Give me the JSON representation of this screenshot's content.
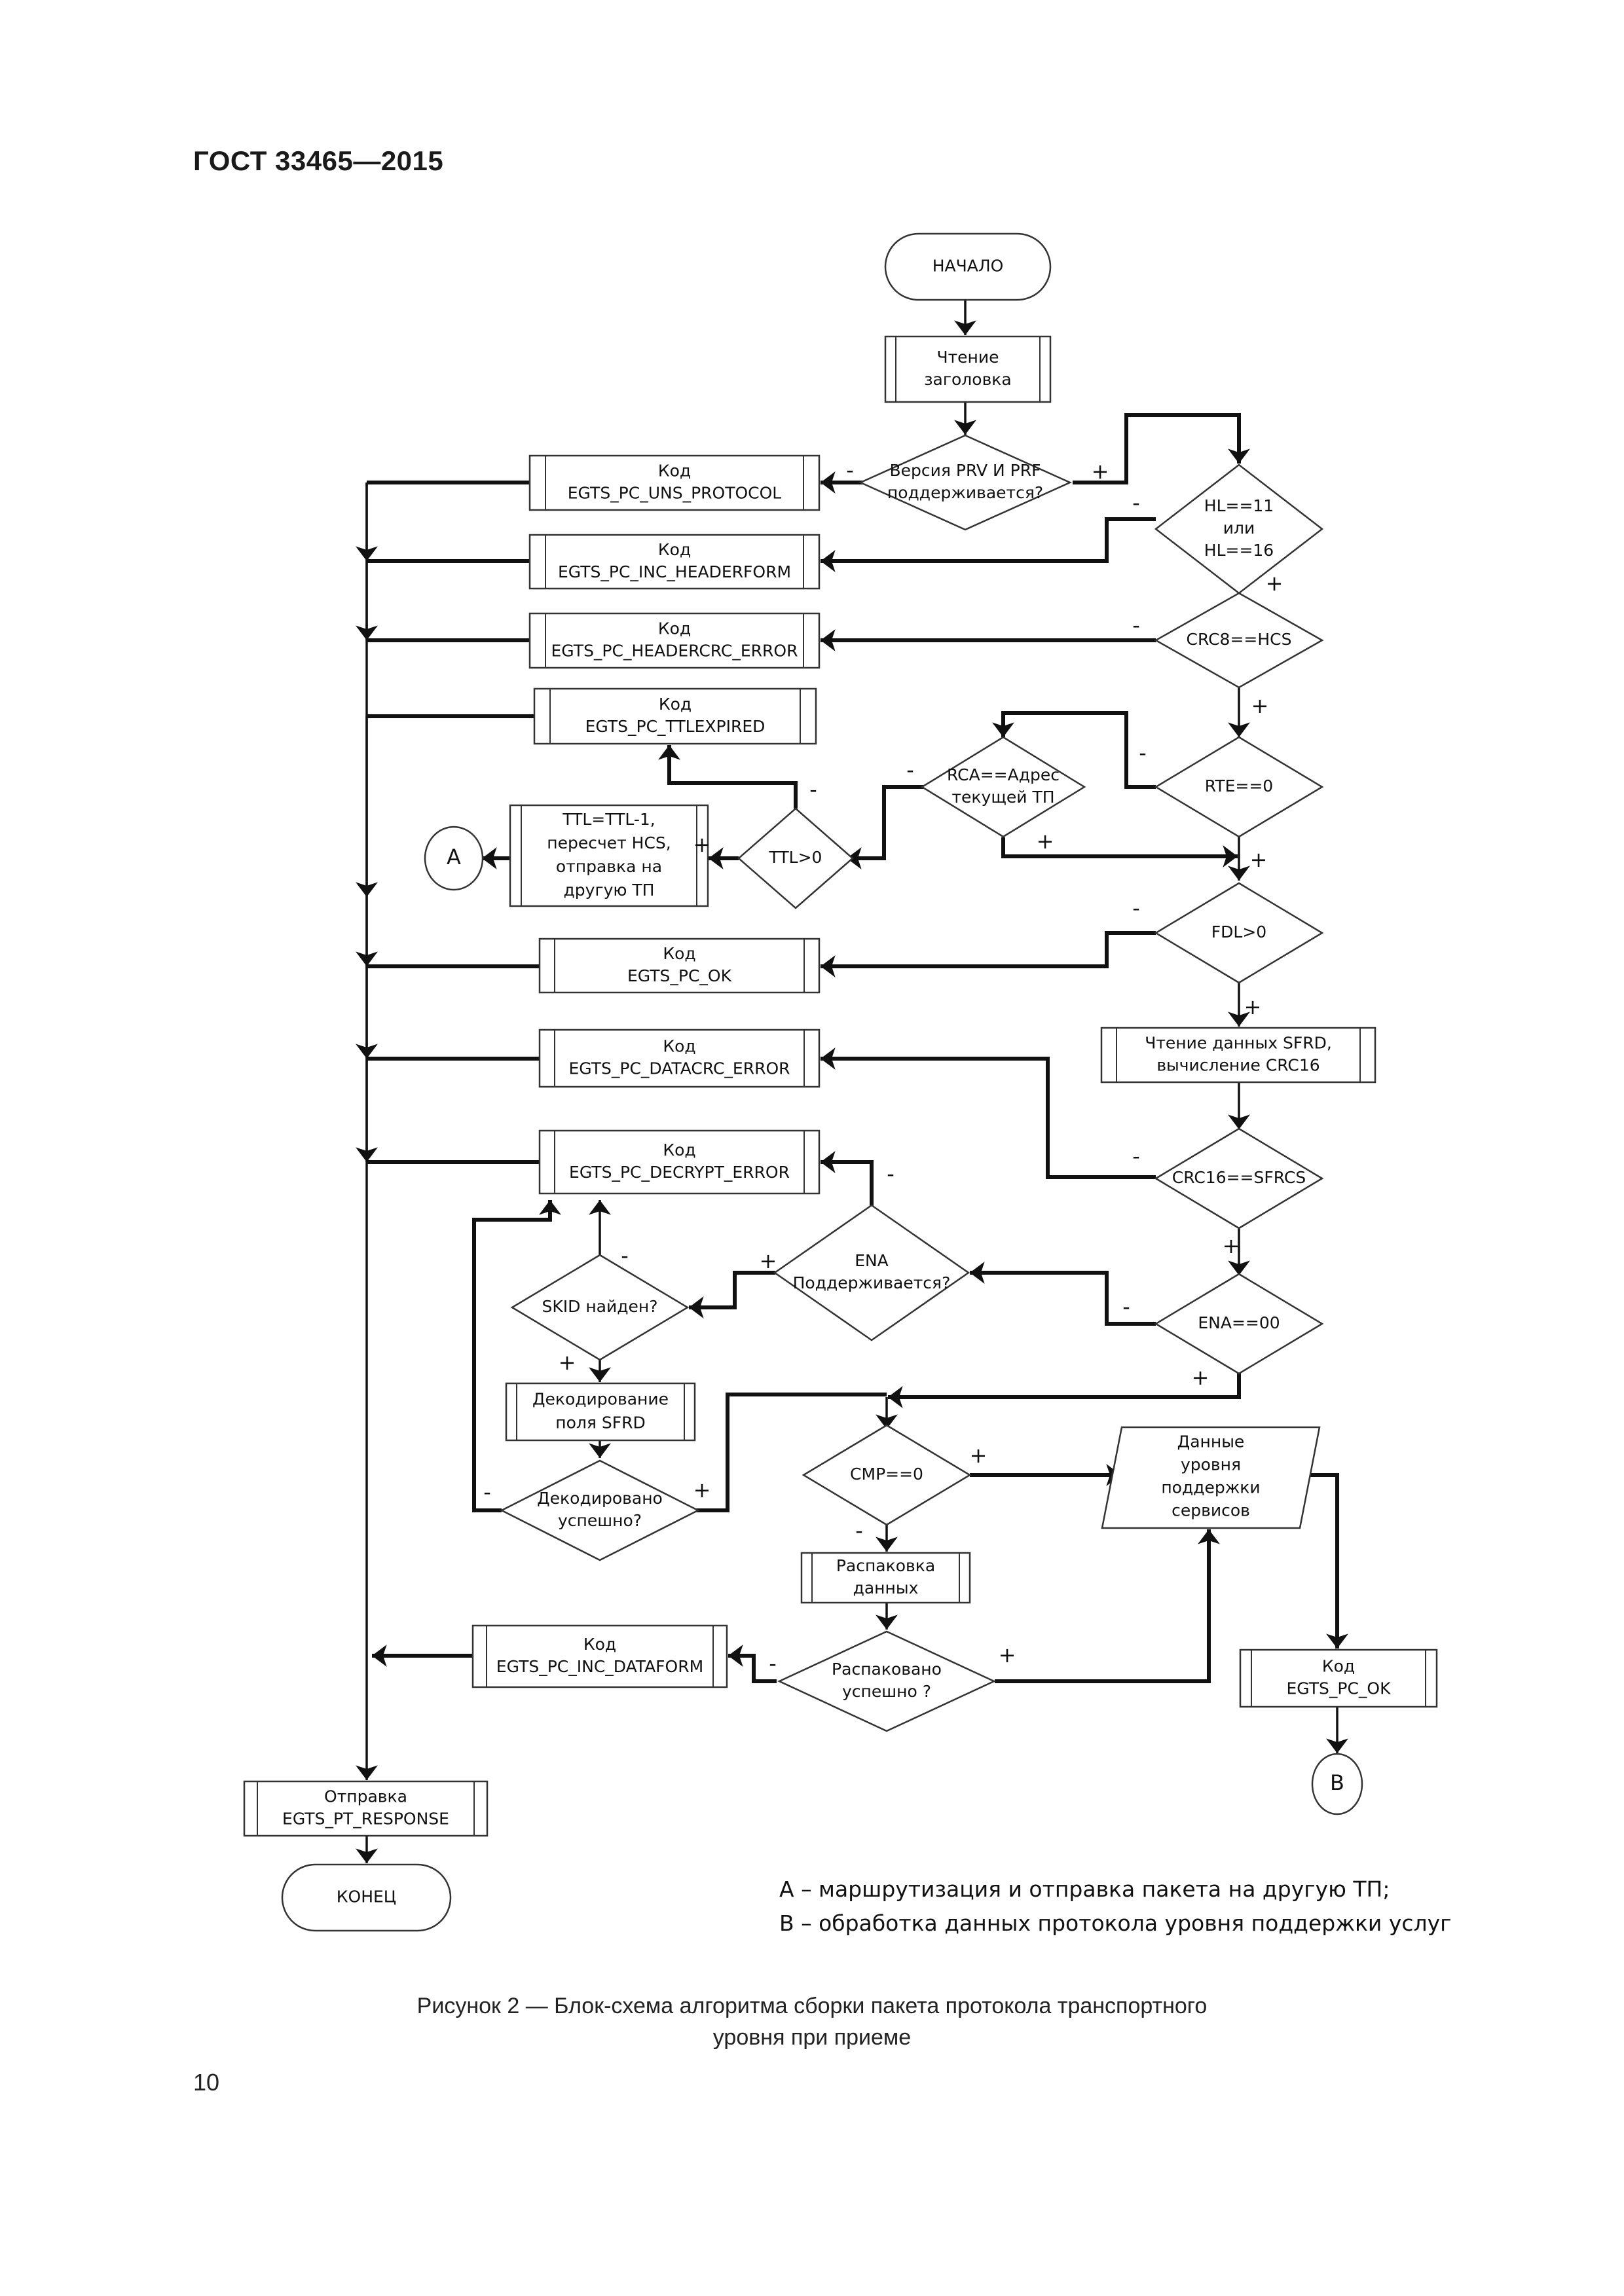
{
  "header": {
    "standard": "ГОСТ 33465—2015"
  },
  "flowchart": {
    "start": "НАЧАЛО",
    "end": "КОНЕЦ",
    "processes": {
      "read_header": [
        "Чтение",
        "заголовка"
      ],
      "unsupported_protocol": [
        "Код",
        "EGTS_PC_UNS_PROTOCOL"
      ],
      "inc_headerform": [
        "Код",
        "EGTS_PC_INC_HEADERFORM"
      ],
      "headercrc_error": [
        "Код",
        "EGTS_PC_HEADERCRC_ERROR"
      ],
      "ttl_expired": [
        "Код",
        "EGTS_PC_TTLEXPIRED"
      ],
      "ttl_routing": [
        "TTL=TTL-1,",
        "пересчет HCS,",
        "отправка на",
        "другую ТП"
      ],
      "pc_ok_left": [
        "Код",
        "EGTS_PC_OK"
      ],
      "read_sfrd": [
        "Чтение данных SFRD,",
        "вычисление CRC16"
      ],
      "datacrc_error": [
        "Код",
        "EGTS_PC_DATACRC_ERROR"
      ],
      "decrypt_error": [
        "Код",
        "EGTS_PC_DECRYPT_ERROR"
      ],
      "decode_sfrd": [
        "Декодирование",
        "поля SFRD"
      ],
      "unpack": [
        "Распаковка",
        "данных"
      ],
      "inc_dataform": [
        "Код",
        "EGTS_PC_INC_DATAFORM"
      ],
      "pc_ok_right": [
        "Код",
        "EGTS_PC_OK"
      ],
      "send_response": [
        "Отправка",
        "EGTS_PT_RESPONSE"
      ]
    },
    "decisions": {
      "version": [
        "Версия PRV И PRF",
        "поддерживается?"
      ],
      "hl": [
        "HL==11",
        "или",
        "HL==16"
      ],
      "crc8": [
        "CRC8==HCS"
      ],
      "rte": [
        "RTE==0"
      ],
      "rca": [
        "RCA==Адрес",
        "текущей ТП"
      ],
      "ttl": [
        "TTL>0"
      ],
      "fdl": [
        "FDL>0"
      ],
      "crc16": [
        "CRC16==SFRCS"
      ],
      "ena00": [
        "ENA==00"
      ],
      "ena_supported": [
        "ENA",
        "Поддерживается?"
      ],
      "skid": [
        "SKID найден?"
      ],
      "decoded": [
        "Декодировано",
        "успешно?"
      ],
      "cmp": [
        "CMP==0"
      ],
      "unpacked": [
        "Распаковано",
        "успешно ?"
      ]
    },
    "data_block": [
      "Данные",
      "уровня",
      "поддержки",
      "сервисов"
    ],
    "connectors": {
      "a": "A",
      "b": "B"
    },
    "signs": {
      "yes": "+",
      "no": "-"
    }
  },
  "legend": {
    "a": "А – маршрутизация и отправка пакета на другую ТП;",
    "b": "В – обработка данных протокола уровня поддержки услуг"
  },
  "caption": {
    "line1": "Рисунок 2 — Блок-схема алгоритма сборки пакета протокола транспортного",
    "line2": "уровня при приеме"
  },
  "page": {
    "number": "10"
  }
}
